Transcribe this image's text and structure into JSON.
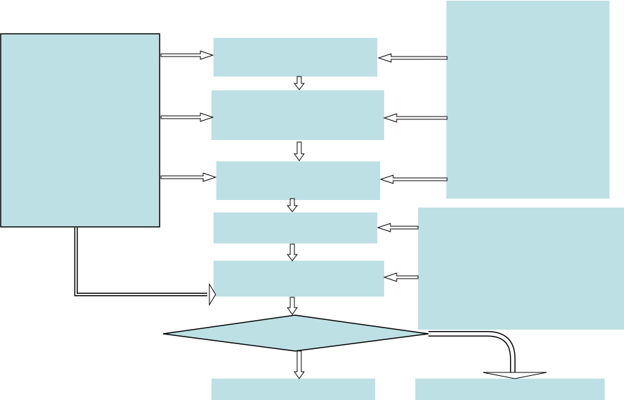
{
  "diagram": {
    "background": "#ffffff",
    "box_fill": "#bde0e4",
    "outline": "#000000",
    "arrow_fill": "#ffffff",
    "nodes": [
      {
        "id": "source-panel",
        "label": ""
      },
      {
        "id": "step-1",
        "label": ""
      },
      {
        "id": "step-2",
        "label": ""
      },
      {
        "id": "step-3",
        "label": ""
      },
      {
        "id": "step-4",
        "label": ""
      },
      {
        "id": "step-5",
        "label": ""
      },
      {
        "id": "decision",
        "label": ""
      },
      {
        "id": "outcome-left",
        "label": ""
      },
      {
        "id": "outcome-right",
        "label": ""
      },
      {
        "id": "input-panel-upper",
        "label": ""
      },
      {
        "id": "input-panel-lower",
        "label": ""
      }
    ]
  }
}
